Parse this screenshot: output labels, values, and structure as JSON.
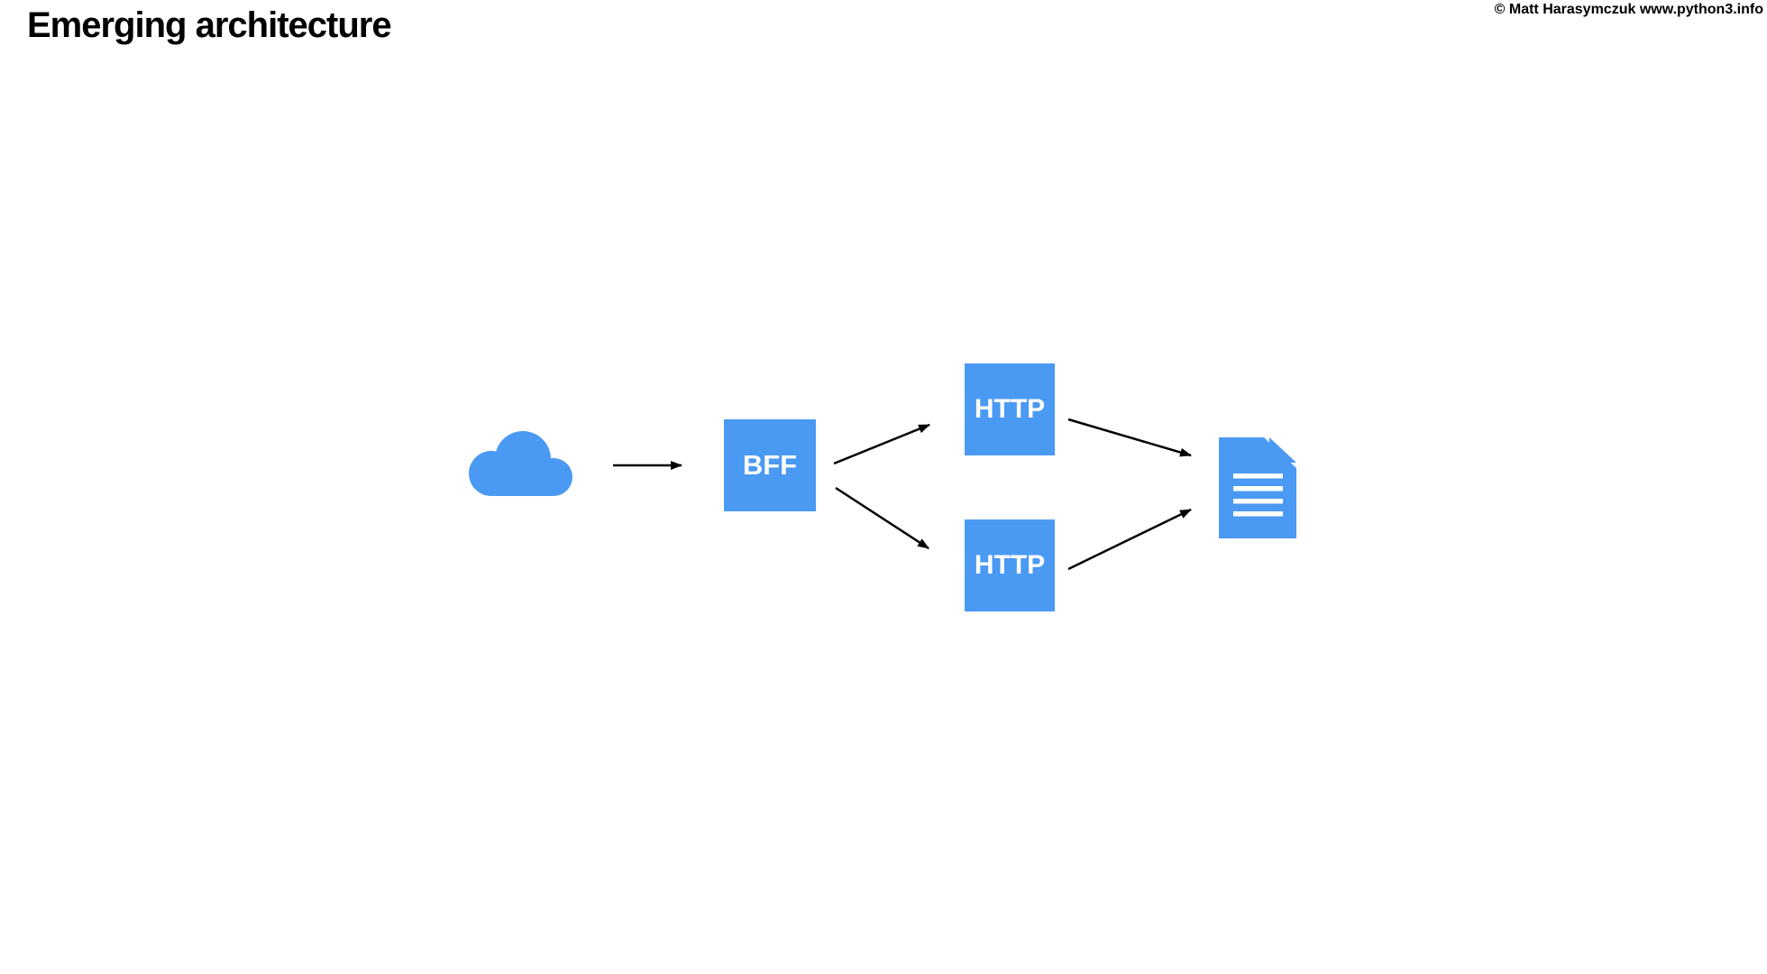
{
  "slide": {
    "title": "Emerging architecture",
    "copyright": "© Matt Harasymczuk www.python3.info",
    "background": "#ffffff"
  },
  "diagram": {
    "nodes": [
      {
        "id": "client-cloud",
        "icon": "cloud-icon",
        "label": ""
      },
      {
        "id": "bff",
        "label": "BFF"
      },
      {
        "id": "http-top",
        "label": "HTTP"
      },
      {
        "id": "http-bottom",
        "label": "HTTP"
      },
      {
        "id": "document",
        "icon": "document-icon",
        "label": ""
      }
    ],
    "edges": [
      {
        "from": "client-cloud",
        "to": "bff"
      },
      {
        "from": "bff",
        "to": "http-top"
      },
      {
        "from": "bff",
        "to": "http-bottom"
      },
      {
        "from": "http-top",
        "to": "document"
      },
      {
        "from": "http-bottom",
        "to": "document"
      }
    ],
    "colors": {
      "node_fill": "#4a99f2",
      "node_label": "#ffffff",
      "arrow": "#000000"
    }
  }
}
